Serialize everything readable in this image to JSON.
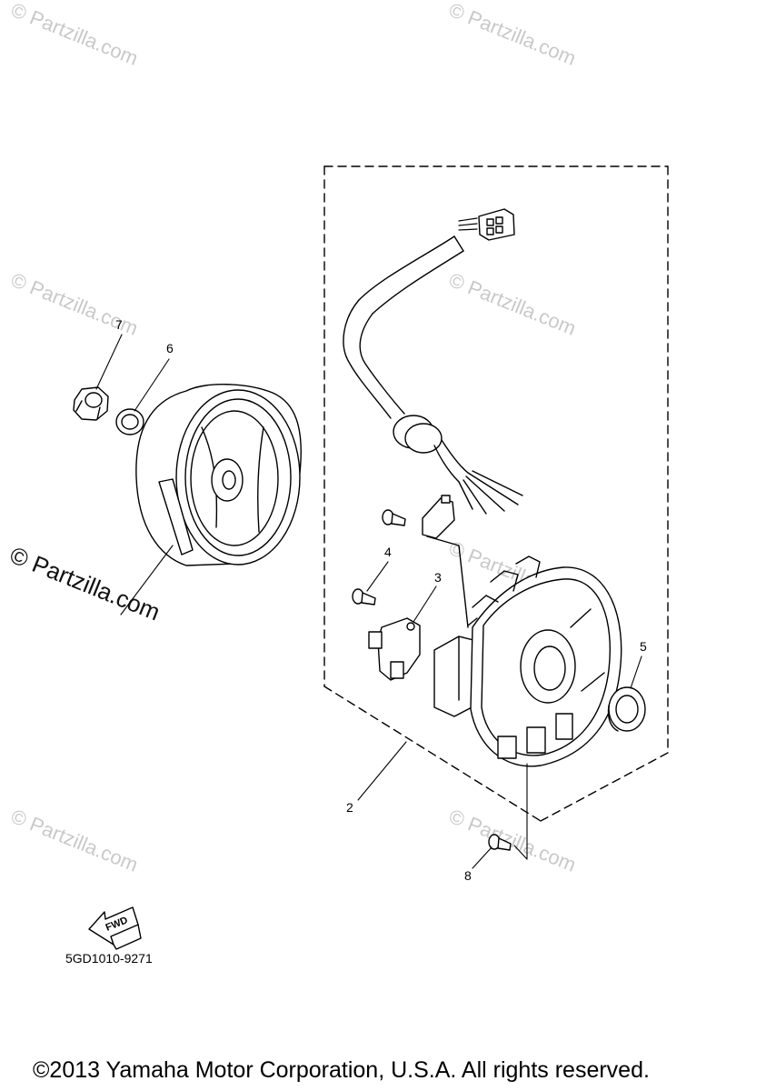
{
  "watermarks": {
    "text": "© Partzilla.com",
    "main_text": "© Partzilla.com"
  },
  "callouts": [
    "7",
    "6",
    "4",
    "3",
    "5",
    "2",
    "8"
  ],
  "fwd_arrow_label": "FWD",
  "diagram_code": "5GD1010-9271",
  "copyright": "©2013 Yamaha Motor Corporation, U.S.A. All rights reserved.",
  "colors": {
    "line": "#000000",
    "watermark": "#c9c9c9",
    "background": "#ffffff"
  }
}
